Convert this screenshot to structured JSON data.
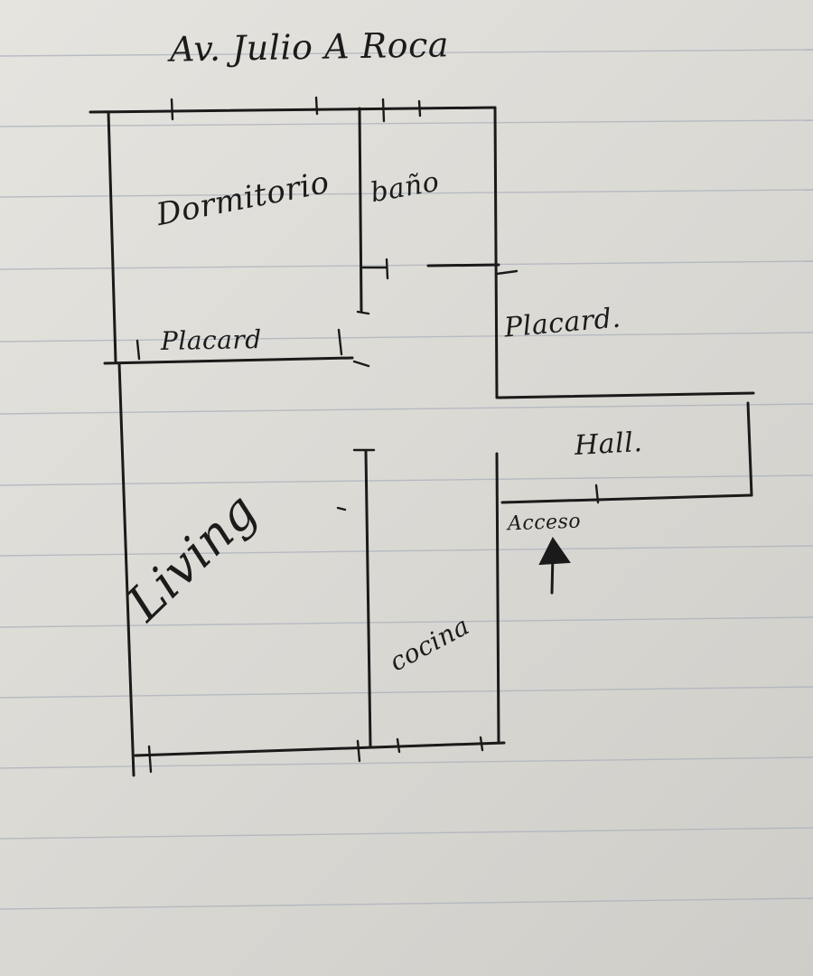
{
  "sketch": {
    "street": "Av. Julio A Roca",
    "rooms": {
      "dormitorio": "Dormitorio",
      "bano": "baño",
      "living": "Living",
      "cocina": "cocina",
      "hall": "Hall."
    },
    "closets": [
      "Placard",
      "Placard."
    ],
    "entry": "Acceso"
  }
}
